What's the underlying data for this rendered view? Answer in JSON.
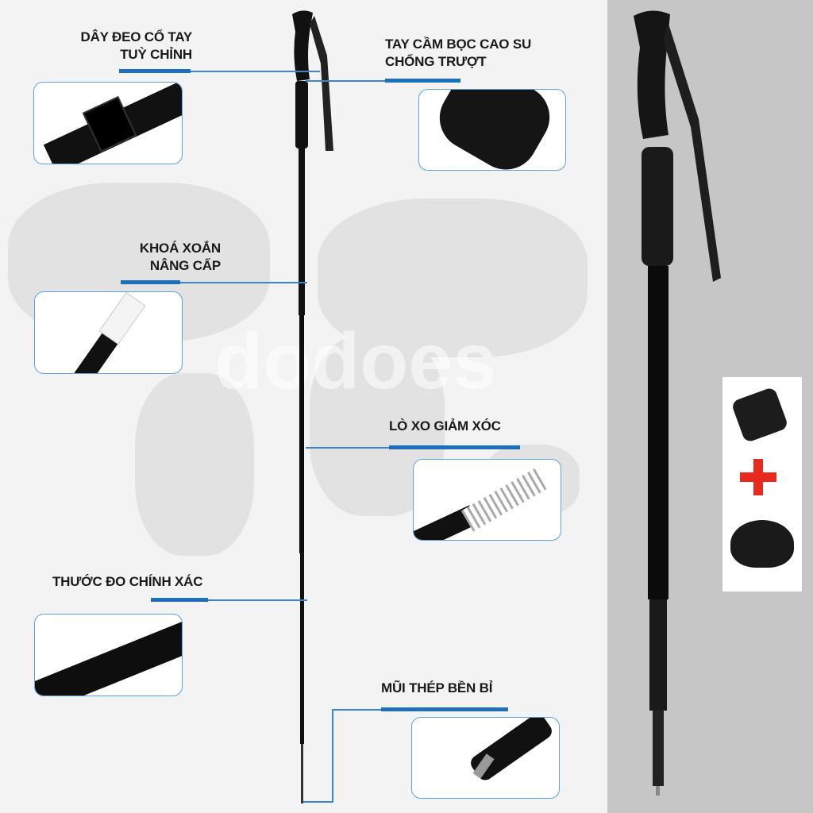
{
  "features": [
    {
      "line1": "DÂY ĐEO CỔ TAY",
      "line2": "TUỲ CHỈNH"
    },
    {
      "line1": "TAY CẦM BỌC CAO SU",
      "line2": "CHỐNG TRƯỢT"
    },
    {
      "line1": "KHOÁ XOẮN",
      "line2": "NÂNG CẤP"
    },
    {
      "line1": "LÒ XO GIẢM XÓC"
    },
    {
      "line1": "THƯỚC ĐO CHÍNH XÁC"
    },
    {
      "line1": "MŨI THÉP BỀN BỈ"
    }
  ],
  "watermark": "dodoes",
  "colors": {
    "accent": "#1c6fb8",
    "plus": "#e82a1e",
    "panel": "#c6c6c6"
  }
}
